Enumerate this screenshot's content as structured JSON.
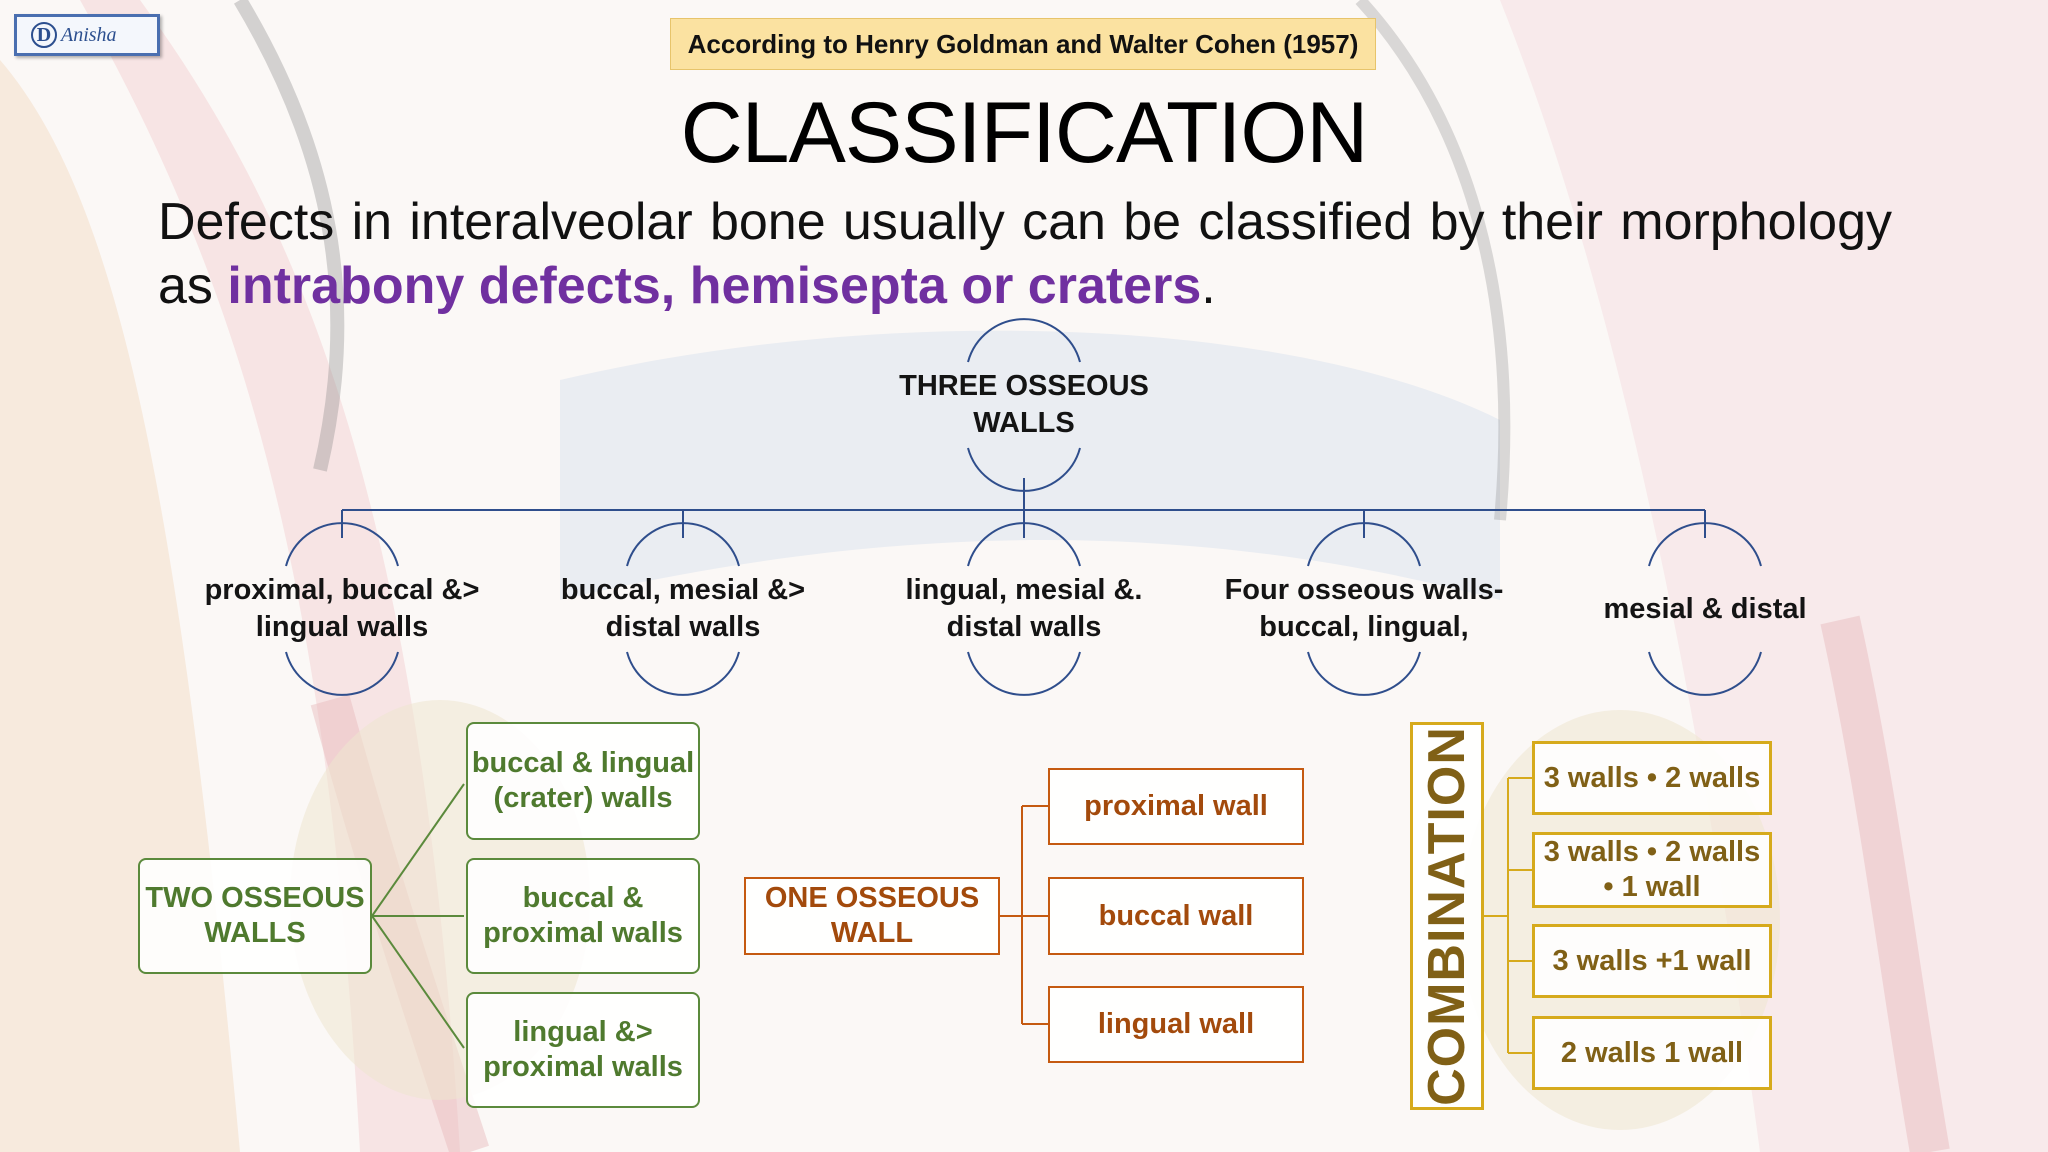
{
  "logo": {
    "mark": "D",
    "text": "Anisha"
  },
  "source": "According to Henry Goldman and Walter Cohen (1957)",
  "title": "CLASSIFICATION",
  "intro": {
    "text": "Defects in interalveolar bone usually can be classified by their morphology as ",
    "highlight": "intrabony defects, hemisepta or craters",
    "end": "."
  },
  "tree": {
    "root": "THREE OSSEOUS WALLS",
    "children": [
      "proximal, buccal &> lingual walls",
      "buccal, mesial &> distal walls",
      "lingual, mesial &. distal walls",
      "Four osseous walls- buccal, lingual,",
      "mesial & distal"
    ]
  },
  "two_walls": {
    "label": "TWO OSSEOUS WALLS",
    "items": [
      "buccal & lingual (crater) walls",
      "buccal & proximal walls",
      "lingual &> proximal walls"
    ]
  },
  "one_wall": {
    "label": "ONE OSSEOUS WALL",
    "items": [
      "proximal wall",
      "buccal wall",
      "lingual wall"
    ]
  },
  "combination": {
    "label": "COMBINATION",
    "items": [
      "3 walls • 2 walls",
      "3 walls • 2 walls • 1 wall",
      "3 walls +1 wall",
      "2 walls 1 wall"
    ]
  },
  "colors": {
    "accent_purple": "#7030a0",
    "two_walls_green": "#5b8a3c",
    "one_wall_orange": "#c55a11",
    "combination_gold": "#d6aa1c",
    "tree_lines": "#2f4e8c",
    "source_fill": "#fbe2a1"
  }
}
